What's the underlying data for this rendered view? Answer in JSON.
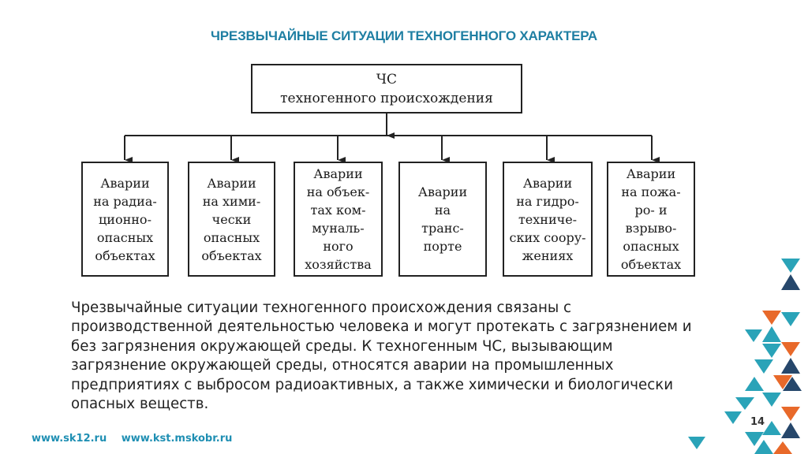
{
  "slide": {
    "title": "ЧРЕЗВЫЧАЙНЫЕ СИТУАЦИИ ТЕХНОГЕННОГО ХАРАКТЕРА",
    "page_number": "14"
  },
  "diagram": {
    "root": {
      "line1": "ЧС",
      "line2": "техногенного происхождения"
    },
    "children": [
      "Аварии\nна радиа-\nционно-\nопасных\nобъектах",
      "Аварии\nна хими-\nчески\nопасных\nобъектах",
      "Аварии\nна объек-\nтах ком-\nмуналь-\nного\nхозяйства",
      "Аварии\nна\nтранс-\nпорте",
      "Аварии\nна гидро-\nтехниче-\nских соору-\nжениях",
      "Аварии\nна пожа-\nро- и\nвзрыво-\nопасных\nобъектах"
    ]
  },
  "body": {
    "paragraph": "Чрезвычайные ситуации техногенного происхождения связаны с производственной деятельностью человека и могут протекать с загрязнением и без загрязнения окружающей среды. К техногенным ЧС, вызывающим загрязнение окружающей среды, относятся аварии на промышленных предприятиях с выбросом радиоактивных, а также химически и биологически опасных веществ."
  },
  "footer": {
    "link1": "www.sk12.ru",
    "link2": "www.kst.mskobr.ru"
  },
  "colors": {
    "title": "#1f7fa3",
    "footer": "#1f8fb3",
    "teal": "#2aa3b8",
    "navy": "#26476b",
    "orange": "#e8692a"
  }
}
